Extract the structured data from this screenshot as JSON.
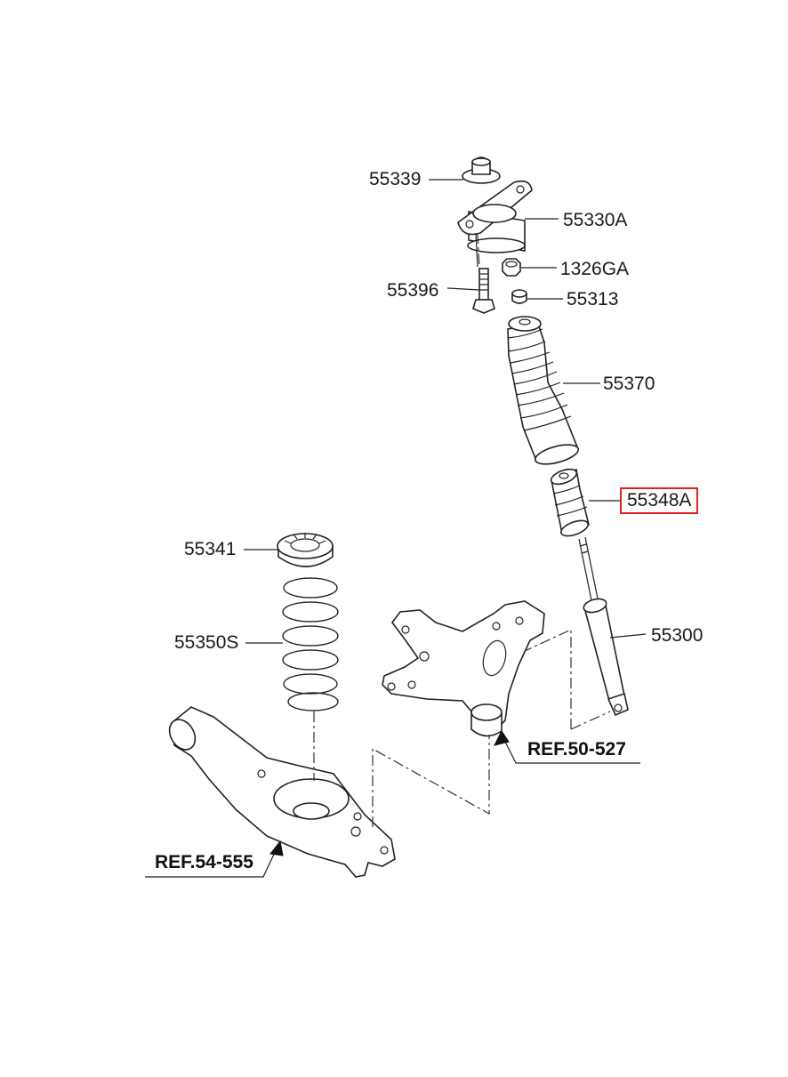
{
  "parts": {
    "p55339": "55339",
    "p55330A": "55330A",
    "p1326GA": "1326GA",
    "p55396": "55396",
    "p55313": "55313",
    "p55370": "55370",
    "p55348A": "55348A",
    "p55341": "55341",
    "p55350S": "55350S",
    "p55300": "55300"
  },
  "refs": {
    "ref50": "REF.50-527",
    "ref54": "REF.54-555"
  },
  "highlight": {
    "part": "55348A",
    "color": "#e02020"
  }
}
